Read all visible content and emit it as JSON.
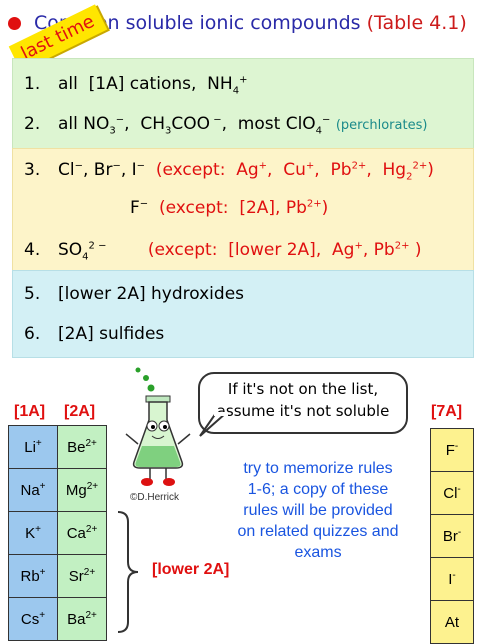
{
  "title": {
    "main": "Common soluble ionic compounds",
    "ref": "(Table 4.1)"
  },
  "stamp": "last time",
  "rules": [
    {
      "num": "1.",
      "text": "all  [1A] cations,  NH",
      "sub": "",
      "sup": "4+"
    },
    {
      "num": "2.",
      "text": "all NO",
      "extra": "(perchlorates)"
    },
    {
      "num": "3.",
      "text": "Cl-, Br-, I-",
      "except": "(except:  Ag+,  Cu+,  Pb2+,  Hg22+)"
    },
    {
      "num": "",
      "text": "F-",
      "except": "(except:  [2A], Pb2+)"
    },
    {
      "num": "4.",
      "text": "SO42-",
      "except": "(except:  [lower 2A],  Ag+, Pb2+ )"
    },
    {
      "num": "5.",
      "text": "[lower 2A] hydroxides"
    },
    {
      "num": "6.",
      "text": "[2A] sulfides"
    }
  ],
  "bubble": {
    "line1": "If it's not on the list,",
    "line2": "assume it's not soluble"
  },
  "headers": {
    "g1": "[1A]",
    "g2": "[2A]",
    "g7": "[7A]"
  },
  "group1": [
    "Li",
    "Na",
    "K",
    "Rb",
    "Cs"
  ],
  "group2": [
    "Be",
    "Mg",
    "Ca",
    "Sr",
    "Ba"
  ],
  "group7": [
    "F",
    "Cl",
    "Br",
    "I",
    "At"
  ],
  "memo": "try to memorize rules 1-6; a copy of these rules will be provided on related quizzes and exams",
  "lower_label": "[lower 2A]",
  "credit": "©D.Herrick"
}
